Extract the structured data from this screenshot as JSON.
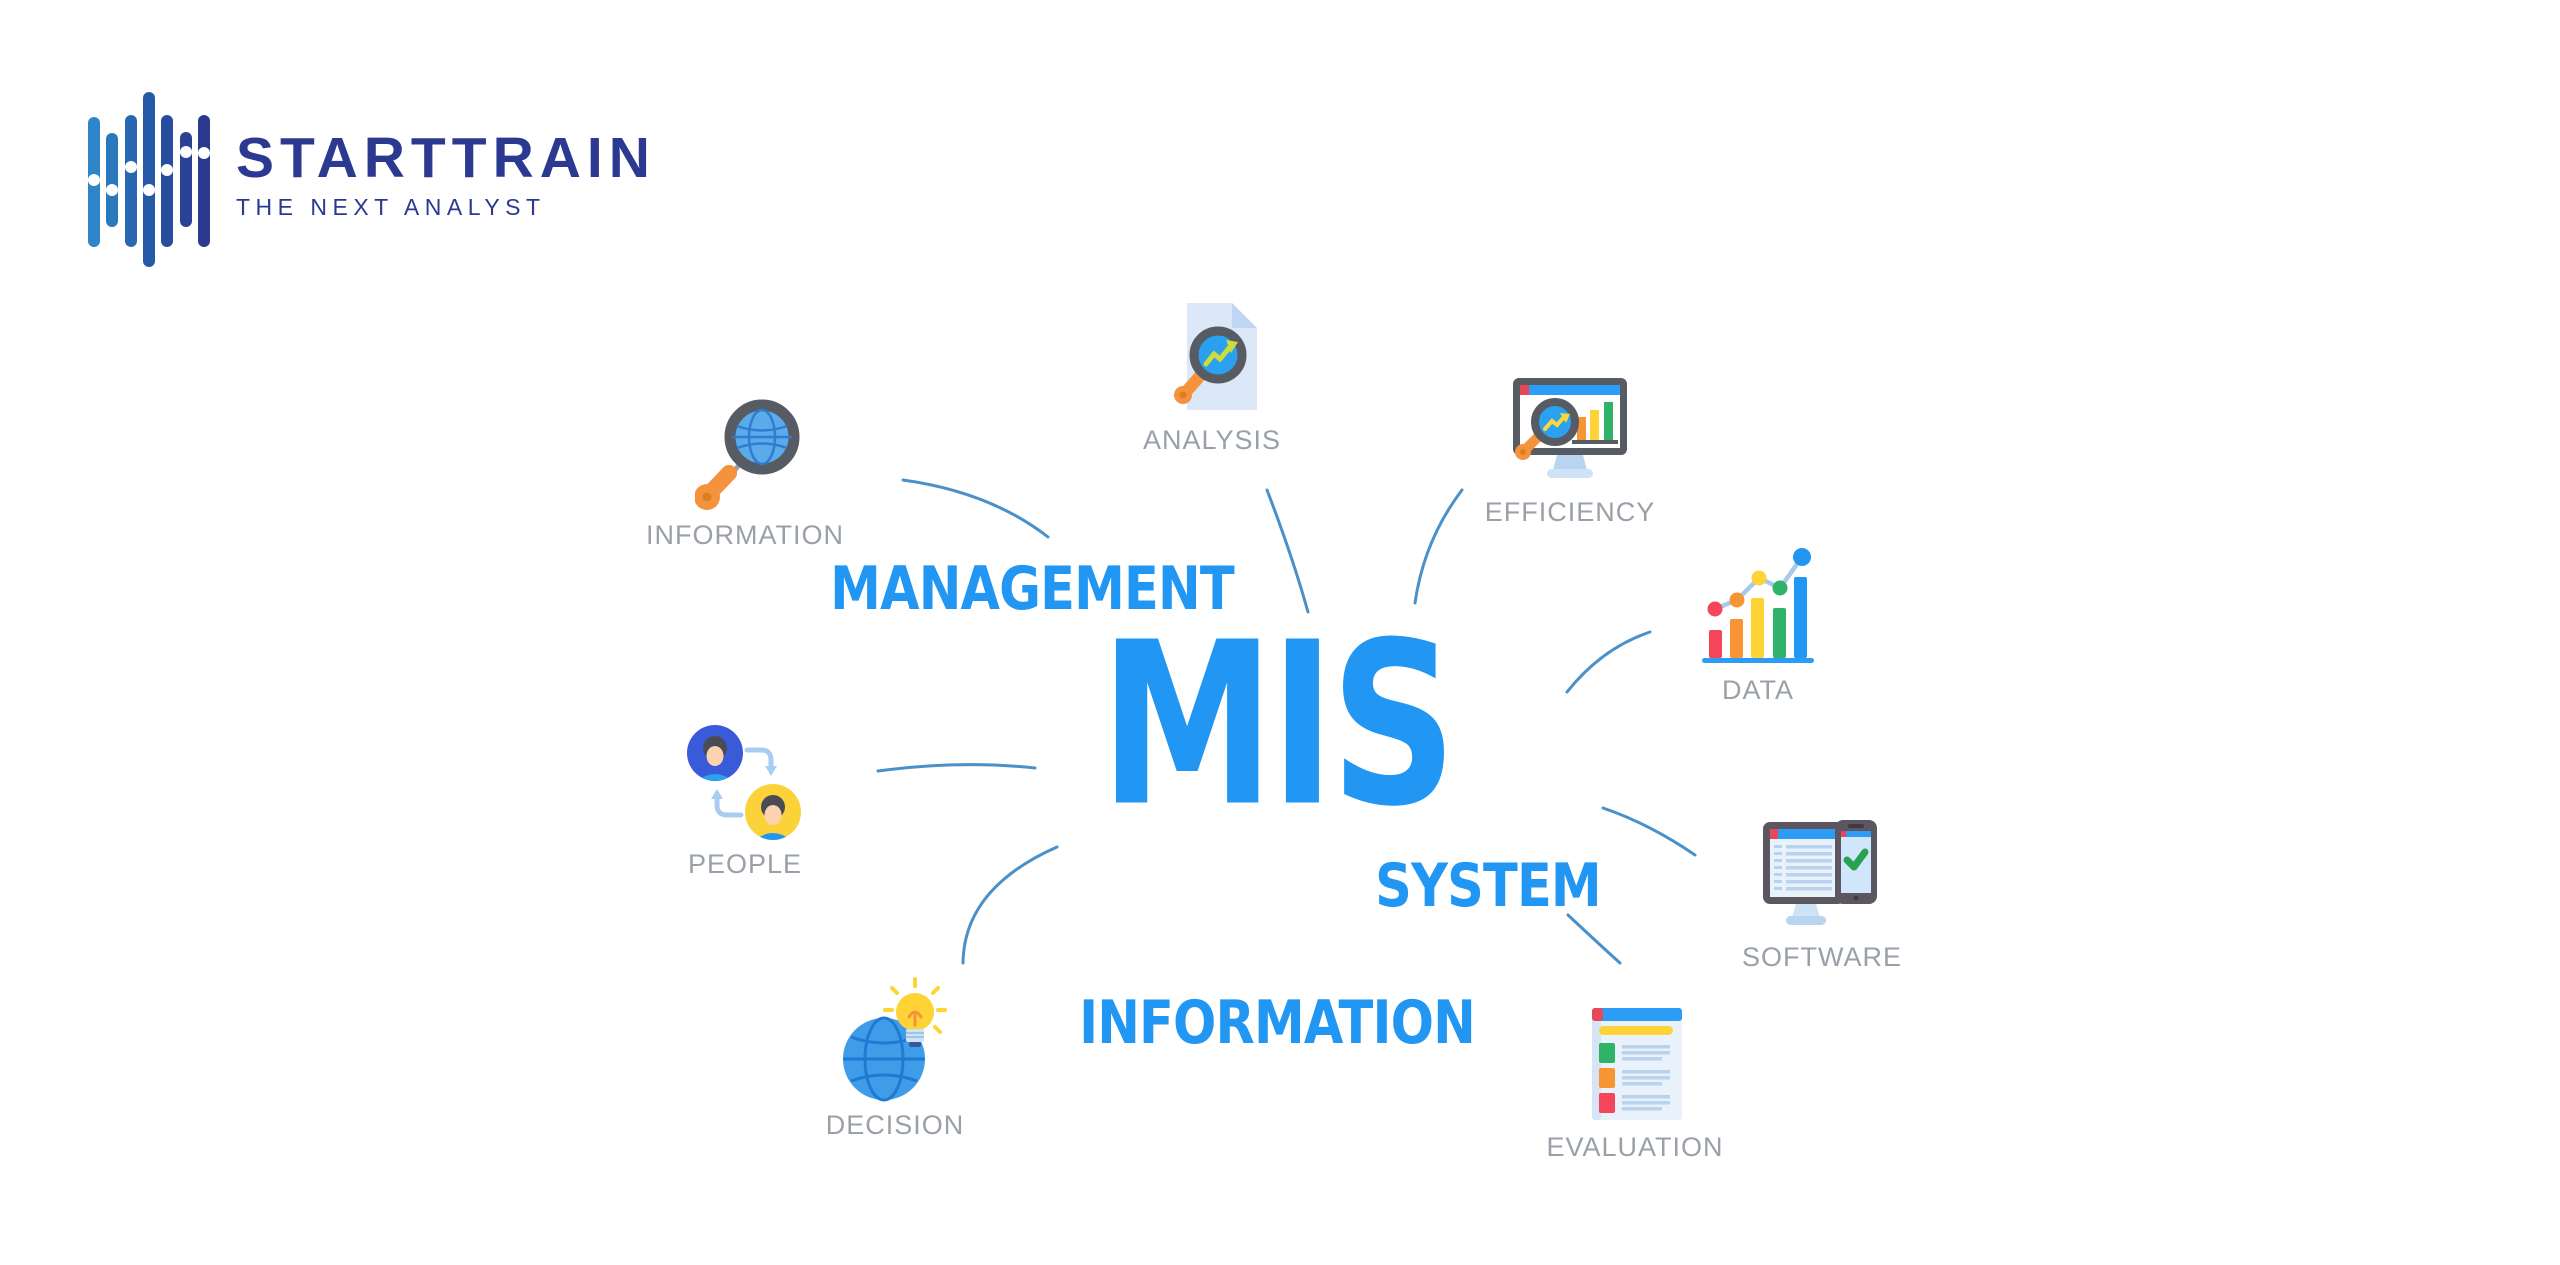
{
  "logo": {
    "brand": "STARTTRAIN",
    "tagline": "THE NEXT ANALYST",
    "brand_color": "#2b3990"
  },
  "diagram": {
    "center_label": "MIS",
    "accent_color": "#2196f3",
    "connector_color": "#4a90c9",
    "node_label_color": "#9aa0a8",
    "keywords": [
      {
        "label": "MANAGEMENT"
      },
      {
        "label": "SYSTEM"
      },
      {
        "label": "INFORMATION"
      }
    ],
    "nodes": [
      {
        "label": "INFORMATION",
        "icon": "magnifier-globe-icon"
      },
      {
        "label": "ANALYSIS",
        "icon": "document-magnifier-icon"
      },
      {
        "label": "EFFICIENCY",
        "icon": "monitor-chart-magnifier-icon"
      },
      {
        "label": "DATA",
        "icon": "bar-chart-trend-icon"
      },
      {
        "label": "SOFTWARE",
        "icon": "monitor-phone-check-icon"
      },
      {
        "label": "EVALUATION",
        "icon": "checklist-document-icon"
      },
      {
        "label": "DECISION",
        "icon": "globe-lightbulb-icon"
      },
      {
        "label": "PEOPLE",
        "icon": "users-cycle-icon"
      }
    ]
  }
}
